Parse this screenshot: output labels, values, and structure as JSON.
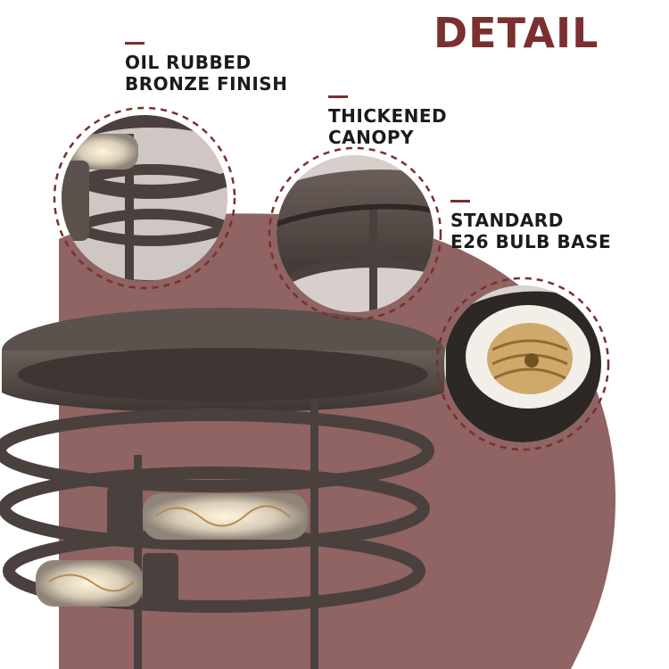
{
  "title": "DETAIL",
  "features": [
    {
      "lines": [
        "OIL RUBBED",
        "BRONZE FINISH"
      ]
    },
    {
      "lines": [
        "THICKENED",
        "CANOPY"
      ]
    },
    {
      "lines": [
        "STANDARD",
        "E26 BULB BASE"
      ]
    }
  ],
  "colors": {
    "accent": "#7b2f2f",
    "backdrop": "#8f6463",
    "bronze": "#4e4542",
    "text": "#1b1b1b"
  }
}
